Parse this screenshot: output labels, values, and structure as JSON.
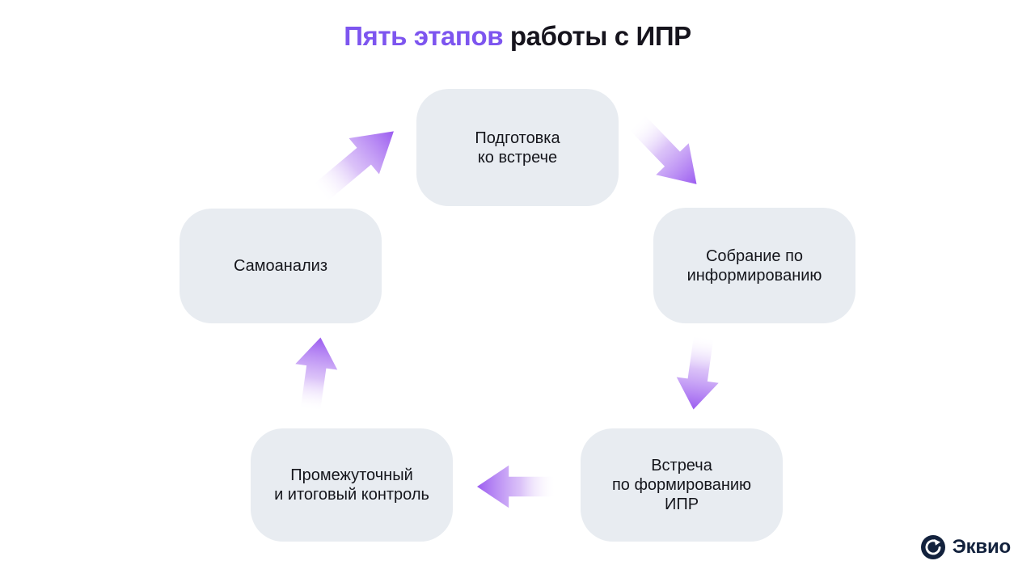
{
  "title": {
    "highlight": "Пять этапов",
    "rest": " работы с ИПР"
  },
  "stages": [
    {
      "name": "preparation",
      "lines": [
        "Подготовка",
        "ко встрече"
      ]
    },
    {
      "name": "briefing-meeting",
      "lines": [
        "Собрание по",
        "информированию"
      ]
    },
    {
      "name": "ipr-formation-meeting",
      "lines": [
        "Встреча",
        "по формированию",
        "ИПР"
      ]
    },
    {
      "name": "interim-final-control",
      "lines": [
        "Промежуточный",
        "и итоговый контроль"
      ]
    },
    {
      "name": "self-analysis",
      "lines": [
        "Самоанализ"
      ]
    }
  ],
  "arrows": [
    {
      "from": "self-analysis",
      "to": "preparation"
    },
    {
      "from": "preparation",
      "to": "briefing-meeting"
    },
    {
      "from": "briefing-meeting",
      "to": "ipr-formation-meeting"
    },
    {
      "from": "ipr-formation-meeting",
      "to": "interim-final-control"
    },
    {
      "from": "interim-final-control",
      "to": "self-analysis"
    }
  ],
  "logo": {
    "text": "Эквио"
  },
  "colors": {
    "background": "#ffffff",
    "title_highlight": "#7d55ef",
    "title_text": "#16141d",
    "box_fill": "#e8ecf1",
    "box_text": "#15161c",
    "arrow_head": "#9b5cf0",
    "arrow_mid": "#cfaef6",
    "arrow_tail": "#ffffff",
    "logo_navy": "#13223d"
  }
}
